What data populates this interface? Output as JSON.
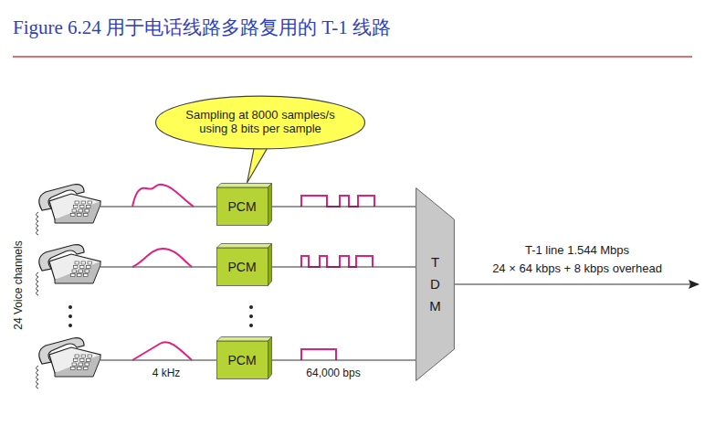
{
  "diagram": {
    "title": "Figure 6.24 用于电话线路多路复用的 T-1 线路",
    "nodes": [
      {
        "text": [
          "Sampling at 8000 samples/s using 8 bits per sample"
        ]
      },
      {
        "text": [
          "PCM"
        ]
      },
      {
        "text": [
          "PCM"
        ]
      },
      {
        "text": [
          "PCM"
        ]
      },
      {
        "text": [
          "TDM"
        ]
      }
    ],
    "edges": [
      {
        "from": 0,
        "to": 1,
        "arrow": "none"
      },
      {
        "from": 1,
        "to": 4,
        "arrow": "none"
      },
      {
        "from": 2,
        "to": 4,
        "arrow": "none"
      },
      {
        "from": 3,
        "to": 4,
        "arrow": "none"
      }
    ],
    "labels": [
      "24 Voice channels",
      "4 kHz",
      "64,000 bps",
      "T-1 line 1.544 Mbps",
      "24 × 64 kbps + 8 kbps overhead"
    ]
  }
}
